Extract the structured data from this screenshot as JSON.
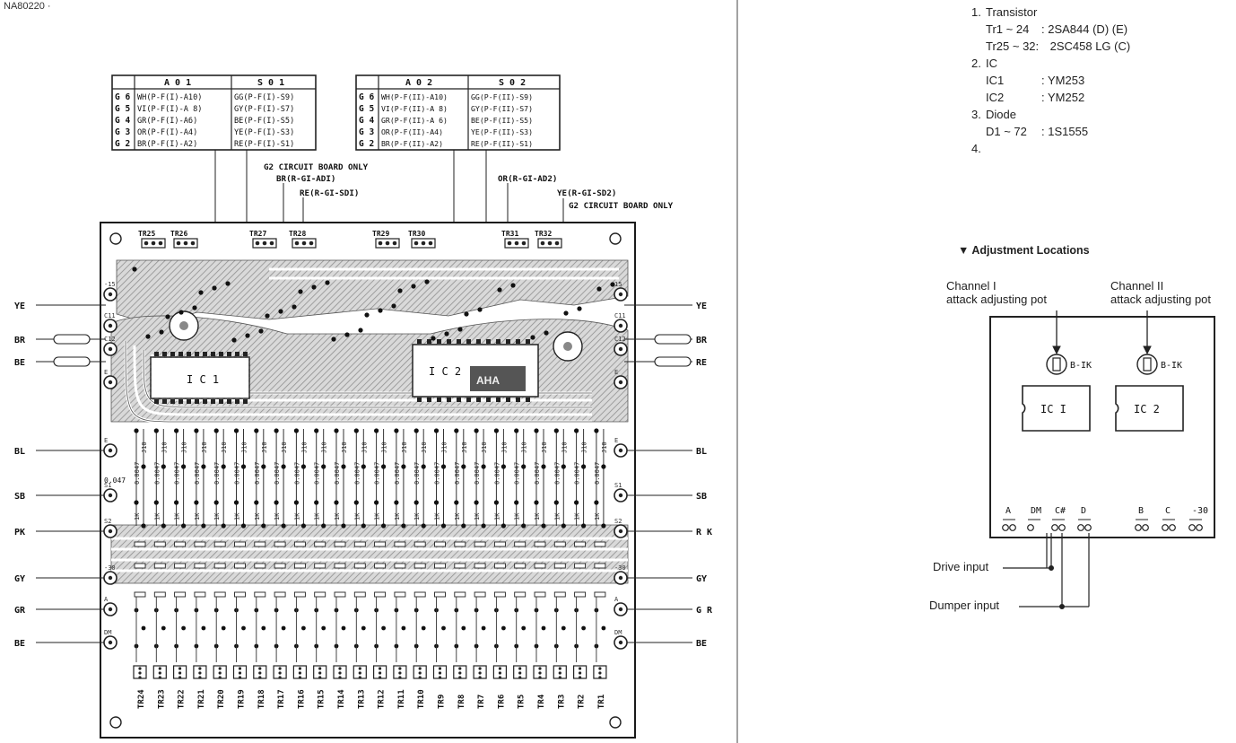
{
  "header_fragment": "NA80220 ·",
  "table_1": {
    "head_a": "A 0 1",
    "head_s": "S 0 1",
    "rows": [
      {
        "g": "G 6",
        "a": "WH(P-F(I)-A10)",
        "s": "GG(P-F(I)-S9)"
      },
      {
        "g": "G 5",
        "a": "VI(P-F(I)-A 8)",
        "s": "GY(P-F(I)-S7)"
      },
      {
        "g": "G 4",
        "a": "GR(P-F(I)-A6)",
        "s": "BE(P-F(I)-S5)"
      },
      {
        "g": "G 3",
        "a": "OR(P-F(I)-A4)",
        "s": "YE(P-F(I)-S3)"
      },
      {
        "g": "G 2",
        "a": "BR(P-F(I)-A2)",
        "s": "RE(P-F(I)-S1)"
      }
    ]
  },
  "table_2": {
    "head_a": "A 0 2",
    "head_s": "S 0 2",
    "rows": [
      {
        "g": "G 6",
        "a": "WH(P-F(II)-A10)",
        "s": "GG(P-F(II)-S9)"
      },
      {
        "g": "G 5",
        "a": "VI(P-F(II)-A 8)",
        "s": "GY(P-F(II)-S7)"
      },
      {
        "g": "G 4",
        "a": "GR(P-F(II)-A 6)",
        "s": "BE(P-F(II)-S5)"
      },
      {
        "g": "G 3",
        "a": "OR(P-F(II)-A4)",
        "s": "YE(P-F(II)-S3)"
      },
      {
        "g": "G 2",
        "a": "BR(P-F(II)-A2)",
        "s": "RE(P-F(II)-S1)"
      }
    ]
  },
  "board_notes": {
    "g2_only_left": "G2 CIRCUIT BOARD ONLY",
    "br_r_g1_ad1": "BR(R-GI-ADI)",
    "re_r_g1_sd1": "RE(R-GI-SDI)",
    "or_r_g1_ad2": "OR(R-GI-AD2)",
    "ye_r_g1_sd2": "YE(R-GI-SD2)",
    "g2_only_right": "G2 CIRCUIT BOARD ONLY"
  },
  "pcb": {
    "ic1": "I C 1",
    "ic2": "I C 2",
    "brand": "AHA",
    "left_wires": [
      "YE",
      "BR",
      "BE",
      "BL",
      "SB",
      "PK",
      "GY",
      "GR",
      "BE"
    ],
    "right_wires": [
      "YE",
      "BR",
      "RE",
      "BL",
      "SB",
      "R K",
      "GY",
      "G R",
      "BE"
    ],
    "left_pads": [
      "-15",
      "C11",
      "C12",
      "E",
      "E",
      "S1",
      "S2",
      "-30",
      "A",
      "DM"
    ],
    "right_pads": [
      "15",
      "C11",
      "C12",
      "E",
      "E",
      "S1",
      "S2",
      "-30",
      "A",
      "DM"
    ],
    "cap_note": "0.047",
    "top_transistors": [
      "TR25",
      "TR26",
      "TR27",
      "TR28",
      "TR29",
      "TR30",
      "TR31",
      "TR32"
    ],
    "bottom_transistors": [
      "TR24",
      "TR23",
      "TR22",
      "TR21",
      "TR20",
      "TR19",
      "TR18",
      "TR17",
      "TR16",
      "TR15",
      "TR14",
      "TR13",
      "TR12",
      "TR11",
      "TR10",
      "TR9",
      "TR8",
      "TR7",
      "TR6",
      "TR5",
      "TR4",
      "TR3",
      "TR2",
      "TR1"
    ],
    "col_value": "0.0047",
    "col_resistor": "1K",
    "col_jumper": "J10"
  },
  "parts_list": {
    "items": [
      {
        "num": "1.",
        "title": "Transistor",
        "lines": [
          {
            "k": "Tr1 ~ 24",
            "v": ": 2SA844 (D) (E)"
          },
          {
            "k": "Tr25 ~ 32:",
            "v": " 2SC458 LG (C)"
          }
        ]
      },
      {
        "num": "2.",
        "title": "IC",
        "lines": [
          {
            "k": "IC1",
            "v": ": YM253"
          },
          {
            "k": "IC2",
            "v": ": YM252"
          }
        ]
      },
      {
        "num": "3.",
        "title": "Diode",
        "lines": [
          {
            "k": "D1 ~ 72",
            "v": ": 1S1555"
          }
        ]
      },
      {
        "num": "4.",
        "title": "",
        "lines": []
      }
    ]
  },
  "adjustment": {
    "title": "▼ Adjustment Locations",
    "channel_1_line1": "Channel I",
    "channel_1_line2": "attack adjusting pot",
    "channel_2_line1": "Channel II",
    "channel_2_line2": "attack adjusting pot",
    "pot_1": "B-IK",
    "pot_2": "B-IK",
    "ic_1": "IC I",
    "ic_2": "IC 2",
    "terminals": [
      "A",
      "DM",
      "C#",
      "D",
      "B",
      "C",
      "-30"
    ],
    "drive_input": "Drive input",
    "dumper_input": "Dumper input"
  }
}
